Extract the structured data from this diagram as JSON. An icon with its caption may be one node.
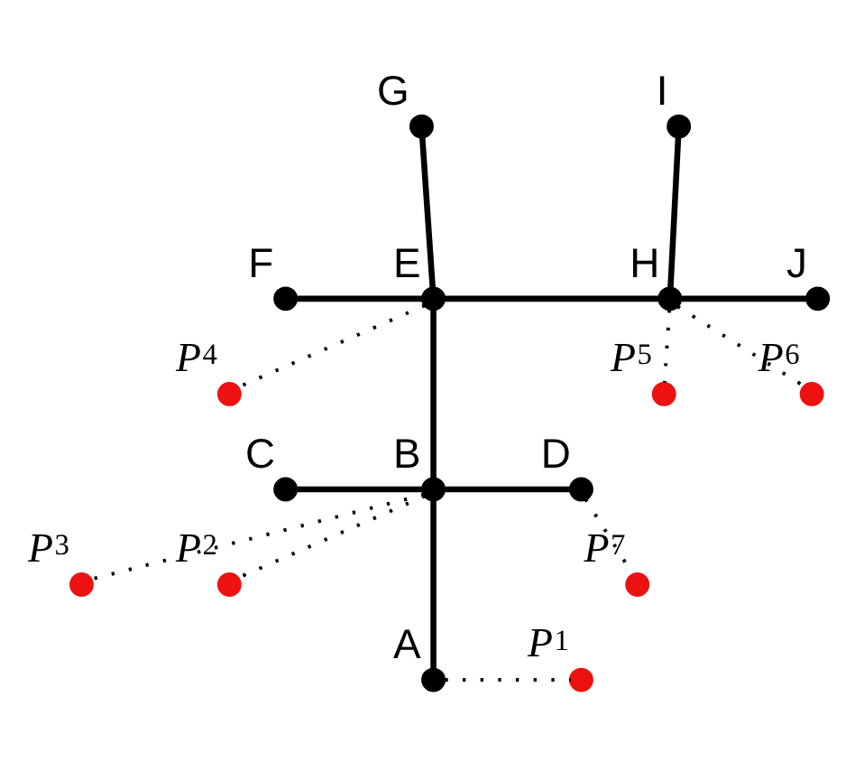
{
  "diagram": {
    "nodes": [
      {
        "text": [
          "G"
        ]
      },
      {
        "text": [
          "I"
        ]
      },
      {
        "text": [
          "F"
        ]
      },
      {
        "text": [
          "E"
        ]
      },
      {
        "text": [
          "H"
        ]
      },
      {
        "text": [
          "J"
        ]
      },
      {
        "text": [
          "*P*$^{4}$"
        ]
      },
      {
        "text": [
          "*P*$^{5}$"
        ]
      },
      {
        "text": [
          "*P*$^{6}$"
        ]
      },
      {
        "text": [
          "*P*$^{7}$"
        ]
      },
      {
        "text": [
          "*P*$^{3}$"
        ]
      },
      {
        "text": [
          "C"
        ]
      },
      {
        "text": [
          "B"
        ]
      },
      {
        "text": [
          "D"
        ]
      },
      {
        "text": [
          "*P*$^{2}$"
        ]
      },
      {
        "text": [
          "*P*$^{1}$"
        ]
      },
      {
        "text": [
          "A"
        ]
      }
    ],
    "edges": [
      {
        "from": 0,
        "to": 3,
        "arrow": "none"
      },
      {
        "from": 3,
        "to": 12,
        "arrow": "none"
      },
      {
        "from": 12,
        "to": 16,
        "arrow": "none"
      },
      {
        "from": 2,
        "to": 3,
        "arrow": "none"
      },
      {
        "from": 3,
        "to": 4,
        "arrow": "none"
      },
      {
        "from": 4,
        "to": 5,
        "arrow": "none"
      },
      {
        "from": 1,
        "to": 4,
        "arrow": "none"
      },
      {
        "from": 11,
        "to": 12,
        "arrow": "none"
      },
      {
        "from": 12,
        "to": 13,
        "arrow": "none"
      },
      {
        "from": 6,
        "to": 3,
        "arrow": "none",
        "style": "dashed"
      },
      {
        "from": 7,
        "to": 4,
        "arrow": "none",
        "style": "dashed"
      },
      {
        "from": 8,
        "to": 4,
        "arrow": "none",
        "style": "dashed"
      },
      {
        "from": 10,
        "to": 12,
        "arrow": "none",
        "style": "dashed"
      },
      {
        "from": 14,
        "to": 12,
        "arrow": "none",
        "style": "dashed"
      },
      {
        "from": 9,
        "to": 13,
        "arrow": "none",
        "style": "dashed"
      },
      {
        "from": 15,
        "to": 16,
        "arrow": "none",
        "style": "dashed"
      }
    ]
  }
}
